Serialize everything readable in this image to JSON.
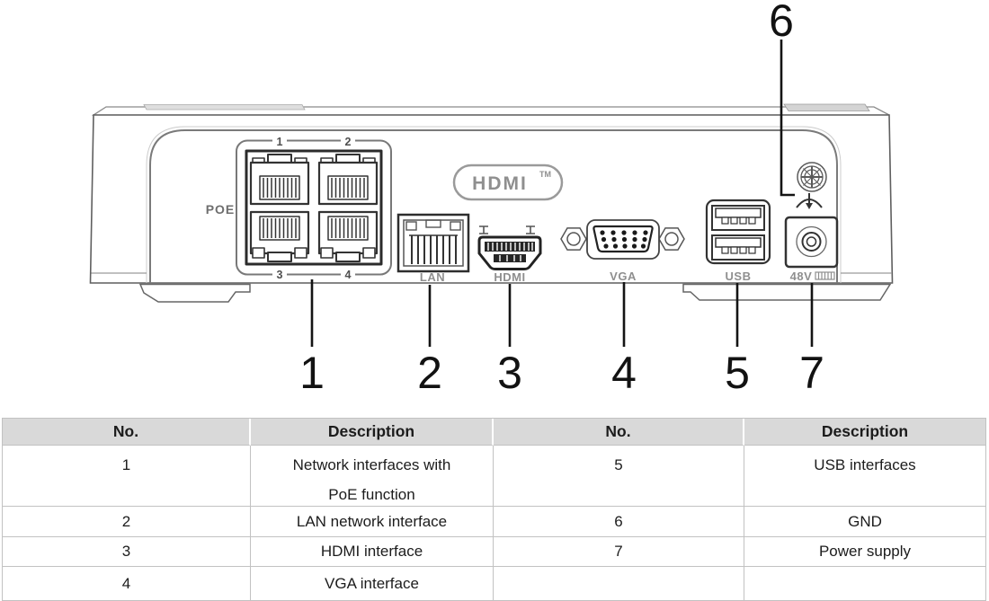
{
  "diagram": {
    "hdmi_logo": {
      "text": "HDMI",
      "tm": "TM"
    },
    "poe_group": {
      "label": "POE",
      "port_numbers": [
        "1",
        "2",
        "3",
        "4"
      ]
    },
    "port_labels": {
      "lan": "LAN",
      "hdmi": "HDMI",
      "vga": "VGA",
      "usb": "USB",
      "power": "48V"
    },
    "callouts": {
      "top": {
        "number": "6"
      },
      "bottom": [
        {
          "number": "1"
        },
        {
          "number": "2"
        },
        {
          "number": "3"
        },
        {
          "number": "4"
        },
        {
          "number": "5"
        },
        {
          "number": "7"
        }
      ]
    }
  },
  "table": {
    "headers": [
      "No.",
      "Description",
      "No.",
      "Description"
    ],
    "rows": [
      {
        "no_left": "1",
        "desc_left": "Network interfaces with\nPoE function",
        "no_right": "5",
        "desc_right": "USB interfaces"
      },
      {
        "no_left": "2",
        "desc_left": "LAN network interface",
        "no_right": "6",
        "desc_right": "GND"
      },
      {
        "no_left": "3",
        "desc_left": "HDMI interface",
        "no_right": "7",
        "desc_right": "Power supply"
      },
      {
        "no_left": "4",
        "desc_left": "VGA interface",
        "no_right": "",
        "desc_right": ""
      }
    ]
  },
  "colors": {
    "table_header_bg": "#d9d9d9",
    "table_border": "#c2c2c2",
    "line_art_dark": "#2b2b2b",
    "label_gray": "#8f8f8f"
  }
}
